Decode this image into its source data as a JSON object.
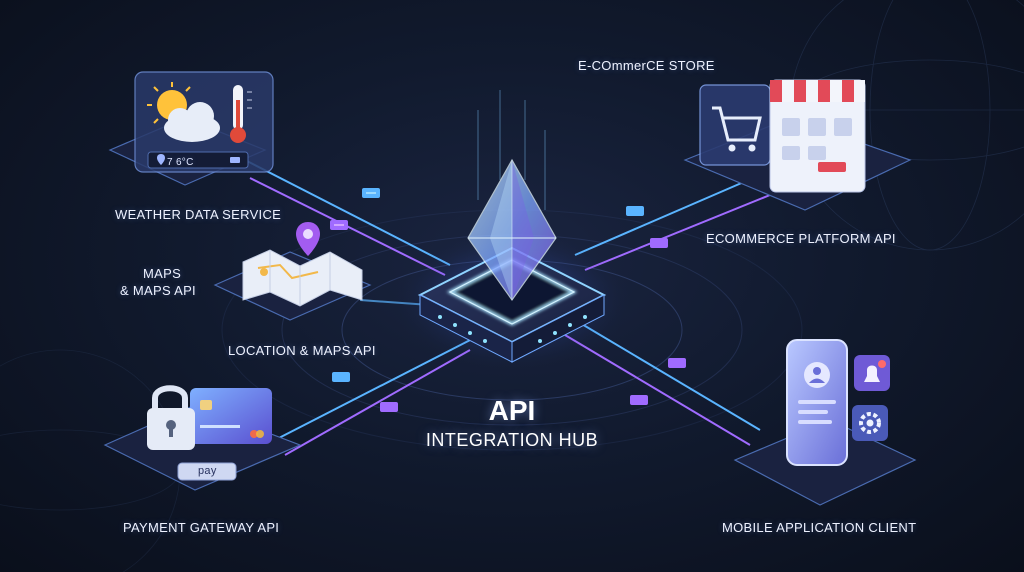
{
  "hub": {
    "title": "API",
    "subtitle": "INTEGRATION HUB"
  },
  "nodes": {
    "weather": {
      "label": "WEATHER DATA SERVICE",
      "temp_readout": "7 6°C",
      "icons": [
        "sun-icon",
        "cloud-icon",
        "thermometer-icon",
        "location-pin-icon"
      ]
    },
    "maps": {
      "label_top_line1": "MAPS",
      "label_top_line2": "& MAPS API",
      "label_bottom": "LOCATION & MAPS API",
      "icons": [
        "map-icon",
        "location-pin-icon"
      ]
    },
    "payment": {
      "label": "PAYMENT GATEWAY API",
      "pay_button": "pay",
      "icons": [
        "padlock-icon",
        "credit-card-icon"
      ]
    },
    "ecommerce": {
      "heading": "E-COmmerCE STORE",
      "label": "ECOMMERCE PLATFORM API",
      "icons": [
        "shopping-cart-icon",
        "storefront-icon"
      ]
    },
    "mobile": {
      "label": "MOBILE APPLICATION CLIENT",
      "icons": [
        "smartphone-icon",
        "user-profile-icon",
        "bell-icon",
        "gear-icon"
      ]
    }
  },
  "colors": {
    "background": "#0d1220",
    "connector_blue": "#5ab4ff",
    "connector_purple": "#a06bff",
    "hub_glow": "#8fd3ff",
    "text": "#eef2ff"
  }
}
